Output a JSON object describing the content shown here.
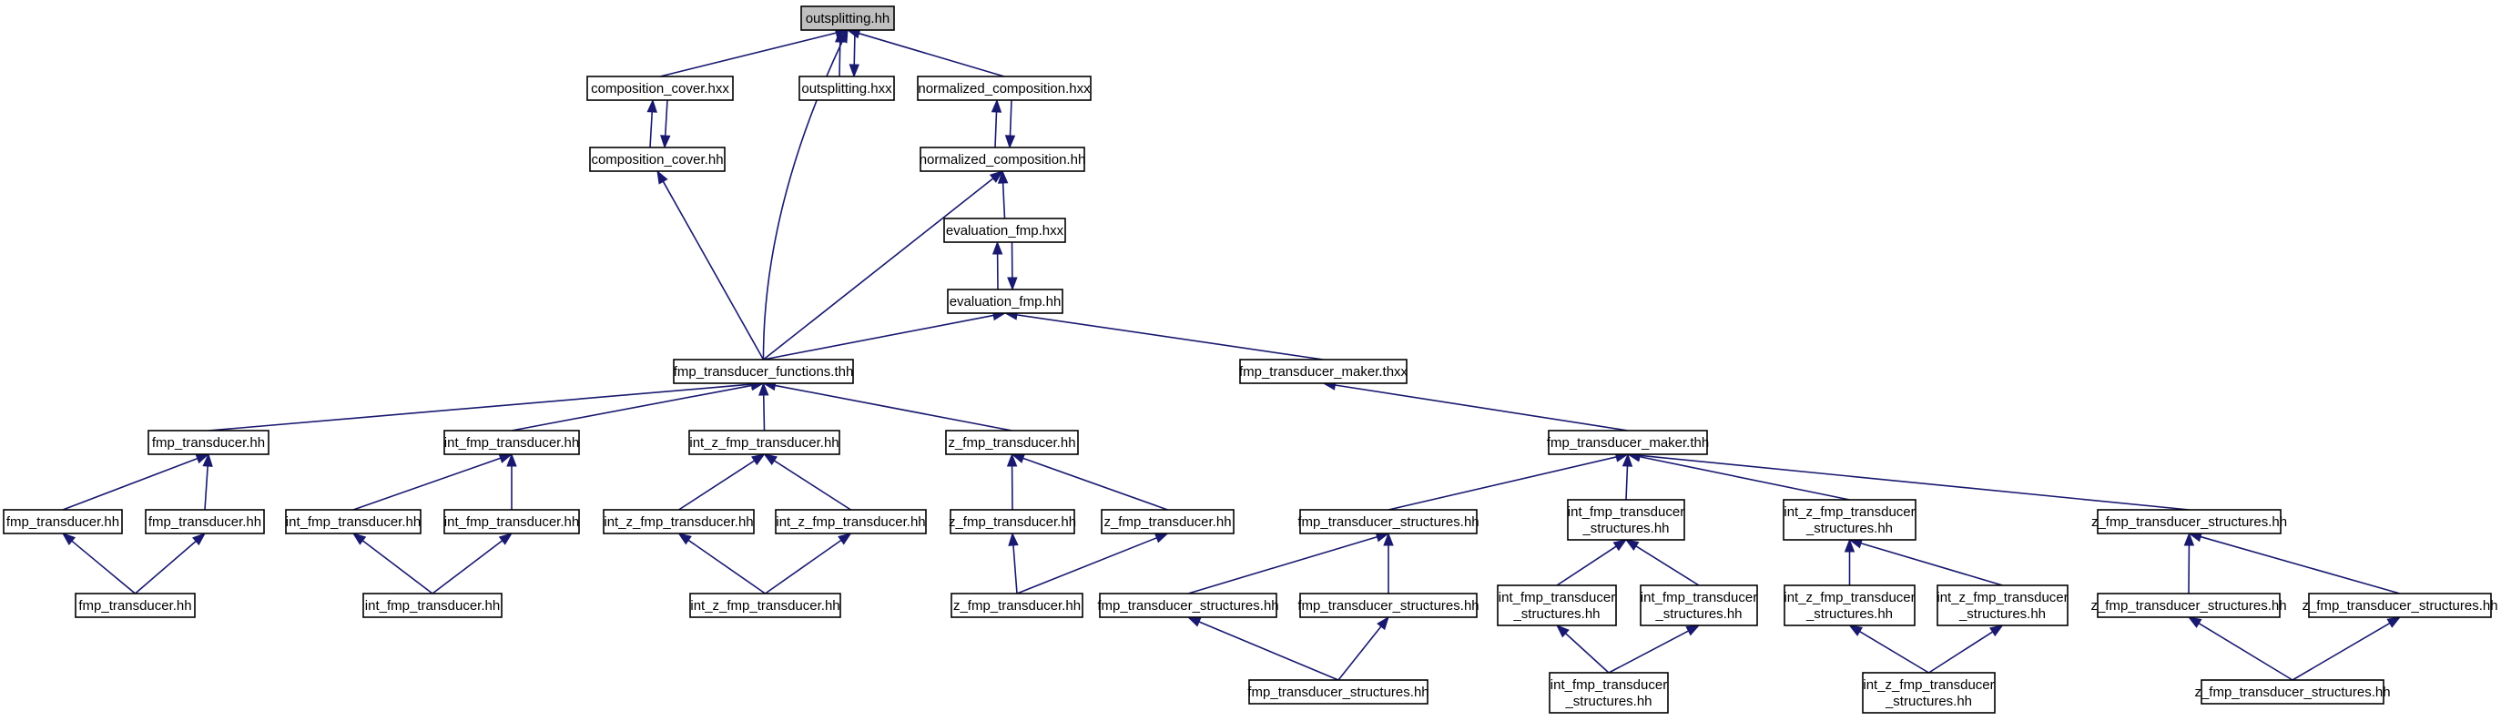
{
  "graph": {
    "title": "",
    "edge_color": "#191970",
    "root_fill": "#bfbfbf",
    "nodes": [
      {
        "id": "n01",
        "label": "outsplitting.hh",
        "root": true
      },
      {
        "id": "n02",
        "label": "composition_cover.hxx"
      },
      {
        "id": "n03",
        "label": "outsplitting.hxx"
      },
      {
        "id": "n04",
        "label": "normalized_composition.hxx"
      },
      {
        "id": "n05",
        "label": "composition_cover.hh"
      },
      {
        "id": "n06",
        "label": "normalized_composition.hh"
      },
      {
        "id": "n07",
        "label": "evaluation_fmp.hxx"
      },
      {
        "id": "n08",
        "label": "evaluation_fmp.hh"
      },
      {
        "id": "n09",
        "label": "fmp_transducer_functions.thh"
      },
      {
        "id": "n10",
        "label": "fmp_transducer_maker.thxx"
      },
      {
        "id": "n11",
        "label": "fmp_transducer.hh"
      },
      {
        "id": "n12",
        "label": "int_fmp_transducer.hh"
      },
      {
        "id": "n13",
        "label": "int_z_fmp_transducer.hh"
      },
      {
        "id": "n14",
        "label": "z_fmp_transducer.hh"
      },
      {
        "id": "n15",
        "label": "fmp_transducer_maker.thh"
      },
      {
        "id": "n16",
        "label": "fmp_transducer.hh"
      },
      {
        "id": "n17",
        "label": "fmp_transducer.hh"
      },
      {
        "id": "n18",
        "label": "int_fmp_transducer.hh"
      },
      {
        "id": "n19",
        "label": "int_fmp_transducer.hh"
      },
      {
        "id": "n20",
        "label": "int_z_fmp_transducer.hh"
      },
      {
        "id": "n21",
        "label": "int_z_fmp_transducer.hh"
      },
      {
        "id": "n22",
        "label": "z_fmp_transducer.hh"
      },
      {
        "id": "n23",
        "label": "z_fmp_transducer.hh"
      },
      {
        "id": "n24",
        "label": "fmp_transducer.hh"
      },
      {
        "id": "n25",
        "label": "int_fmp_transducer.hh"
      },
      {
        "id": "n26",
        "label": "int_z_fmp_transducer.hh"
      },
      {
        "id": "n27",
        "label": "z_fmp_transducer.hh"
      },
      {
        "id": "n28",
        "label": "fmp_transducer_structures.hh"
      },
      {
        "id": "n29",
        "label": "int_fmp_transducer\n_structures.hh"
      },
      {
        "id": "n30",
        "label": "int_z_fmp_transducer\n_structures.hh"
      },
      {
        "id": "n31",
        "label": "z_fmp_transducer_structures.hh"
      },
      {
        "id": "n32",
        "label": "fmp_transducer_structures.hh"
      },
      {
        "id": "n33",
        "label": "fmp_transducer_structures.hh"
      },
      {
        "id": "n34",
        "label": "int_fmp_transducer\n_structures.hh"
      },
      {
        "id": "n35",
        "label": "int_fmp_transducer\n_structures.hh"
      },
      {
        "id": "n36",
        "label": "int_z_fmp_transducer\n_structures.hh"
      },
      {
        "id": "n37",
        "label": "int_z_fmp_transducer\n_structures.hh"
      },
      {
        "id": "n38",
        "label": "z_fmp_transducer_structures.hh"
      },
      {
        "id": "n39",
        "label": "z_fmp_transducer_structures.hh"
      },
      {
        "id": "n40",
        "label": "fmp_transducer_structures.hh"
      },
      {
        "id": "n41",
        "label": "int_fmp_transducer\n_structures.hh"
      },
      {
        "id": "n42",
        "label": "int_z_fmp_transducer\n_structures.hh"
      },
      {
        "id": "n43",
        "label": "z_fmp_transducer_structures.hh"
      }
    ],
    "edges": [
      {
        "from": "n02",
        "to": "n01"
      },
      {
        "from": "n03",
        "to": "n01"
      },
      {
        "from": "n01",
        "to": "n03"
      },
      {
        "from": "n04",
        "to": "n01"
      },
      {
        "from": "n09",
        "to": "n01"
      },
      {
        "from": "n05",
        "to": "n02"
      },
      {
        "from": "n02",
        "to": "n05"
      },
      {
        "from": "n06",
        "to": "n04"
      },
      {
        "from": "n04",
        "to": "n06"
      },
      {
        "from": "n09",
        "to": "n05"
      },
      {
        "from": "n07",
        "to": "n06"
      },
      {
        "from": "n09",
        "to": "n06"
      },
      {
        "from": "n08",
        "to": "n07"
      },
      {
        "from": "n07",
        "to": "n08"
      },
      {
        "from": "n09",
        "to": "n08"
      },
      {
        "from": "n10",
        "to": "n08"
      },
      {
        "from": "n11",
        "to": "n09"
      },
      {
        "from": "n12",
        "to": "n09"
      },
      {
        "from": "n13",
        "to": "n09"
      },
      {
        "from": "n14",
        "to": "n09"
      },
      {
        "from": "n15",
        "to": "n10"
      },
      {
        "from": "n16",
        "to": "n11"
      },
      {
        "from": "n17",
        "to": "n11"
      },
      {
        "from": "n18",
        "to": "n12"
      },
      {
        "from": "n19",
        "to": "n12"
      },
      {
        "from": "n20",
        "to": "n13"
      },
      {
        "from": "n21",
        "to": "n13"
      },
      {
        "from": "n22",
        "to": "n14"
      },
      {
        "from": "n23",
        "to": "n14"
      },
      {
        "from": "n28",
        "to": "n15"
      },
      {
        "from": "n29",
        "to": "n15"
      },
      {
        "from": "n30",
        "to": "n15"
      },
      {
        "from": "n31",
        "to": "n15"
      },
      {
        "from": "n24",
        "to": "n16"
      },
      {
        "from": "n24",
        "to": "n17"
      },
      {
        "from": "n25",
        "to": "n18"
      },
      {
        "from": "n25",
        "to": "n19"
      },
      {
        "from": "n26",
        "to": "n20"
      },
      {
        "from": "n26",
        "to": "n21"
      },
      {
        "from": "n27",
        "to": "n22"
      },
      {
        "from": "n27",
        "to": "n23"
      },
      {
        "from": "n32",
        "to": "n28"
      },
      {
        "from": "n33",
        "to": "n28"
      },
      {
        "from": "n34",
        "to": "n29"
      },
      {
        "from": "n35",
        "to": "n29"
      },
      {
        "from": "n36",
        "to": "n30"
      },
      {
        "from": "n37",
        "to": "n30"
      },
      {
        "from": "n38",
        "to": "n31"
      },
      {
        "from": "n39",
        "to": "n31"
      },
      {
        "from": "n40",
        "to": "n32"
      },
      {
        "from": "n40",
        "to": "n33"
      },
      {
        "from": "n41",
        "to": "n34"
      },
      {
        "from": "n41",
        "to": "n35"
      },
      {
        "from": "n42",
        "to": "n36"
      },
      {
        "from": "n42",
        "to": "n37"
      },
      {
        "from": "n43",
        "to": "n38"
      },
      {
        "from": "n43",
        "to": "n39"
      }
    ]
  }
}
